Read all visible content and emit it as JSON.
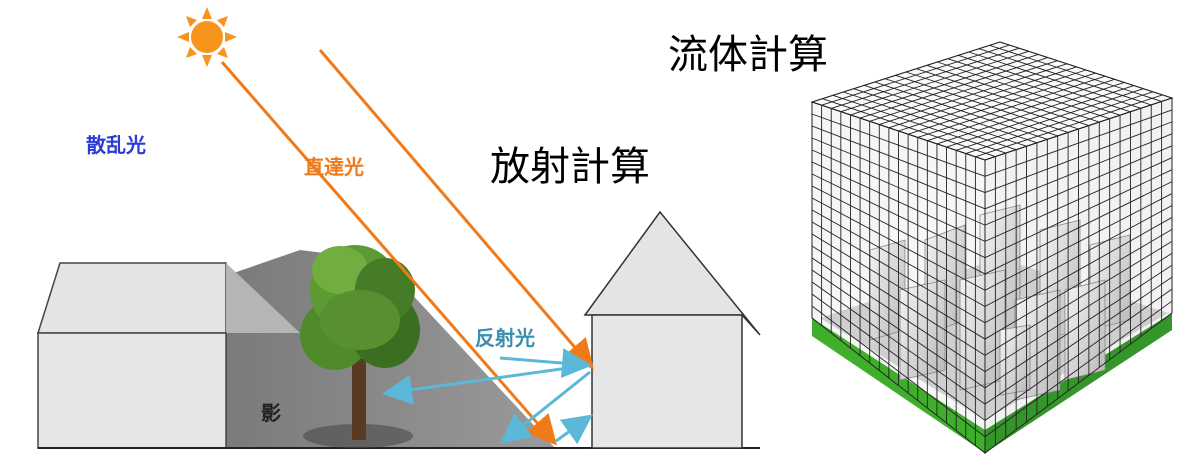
{
  "labels": {
    "fluid_calc": "流体計算",
    "radiation_calc": "放射計算",
    "scattered_light": "散乱光",
    "direct_light": "直達光",
    "reflected_light": "反射光",
    "shadow": "影"
  },
  "colors": {
    "sun": "#f7941d",
    "direct_ray": "#f07a1a",
    "reflected_ray": "#5bb8d8",
    "scattered_text": "#2a3bd6",
    "house_fill": "#e6e6e6",
    "shadow_fill": "#8a8a8a",
    "grid_green": "#3fae2a"
  },
  "icons": {
    "sun": "sun-icon",
    "tree": "tree-icon",
    "left_house": "house-icon",
    "right_house": "house-icon",
    "mesh_cube": "mesh-cube-icon"
  }
}
